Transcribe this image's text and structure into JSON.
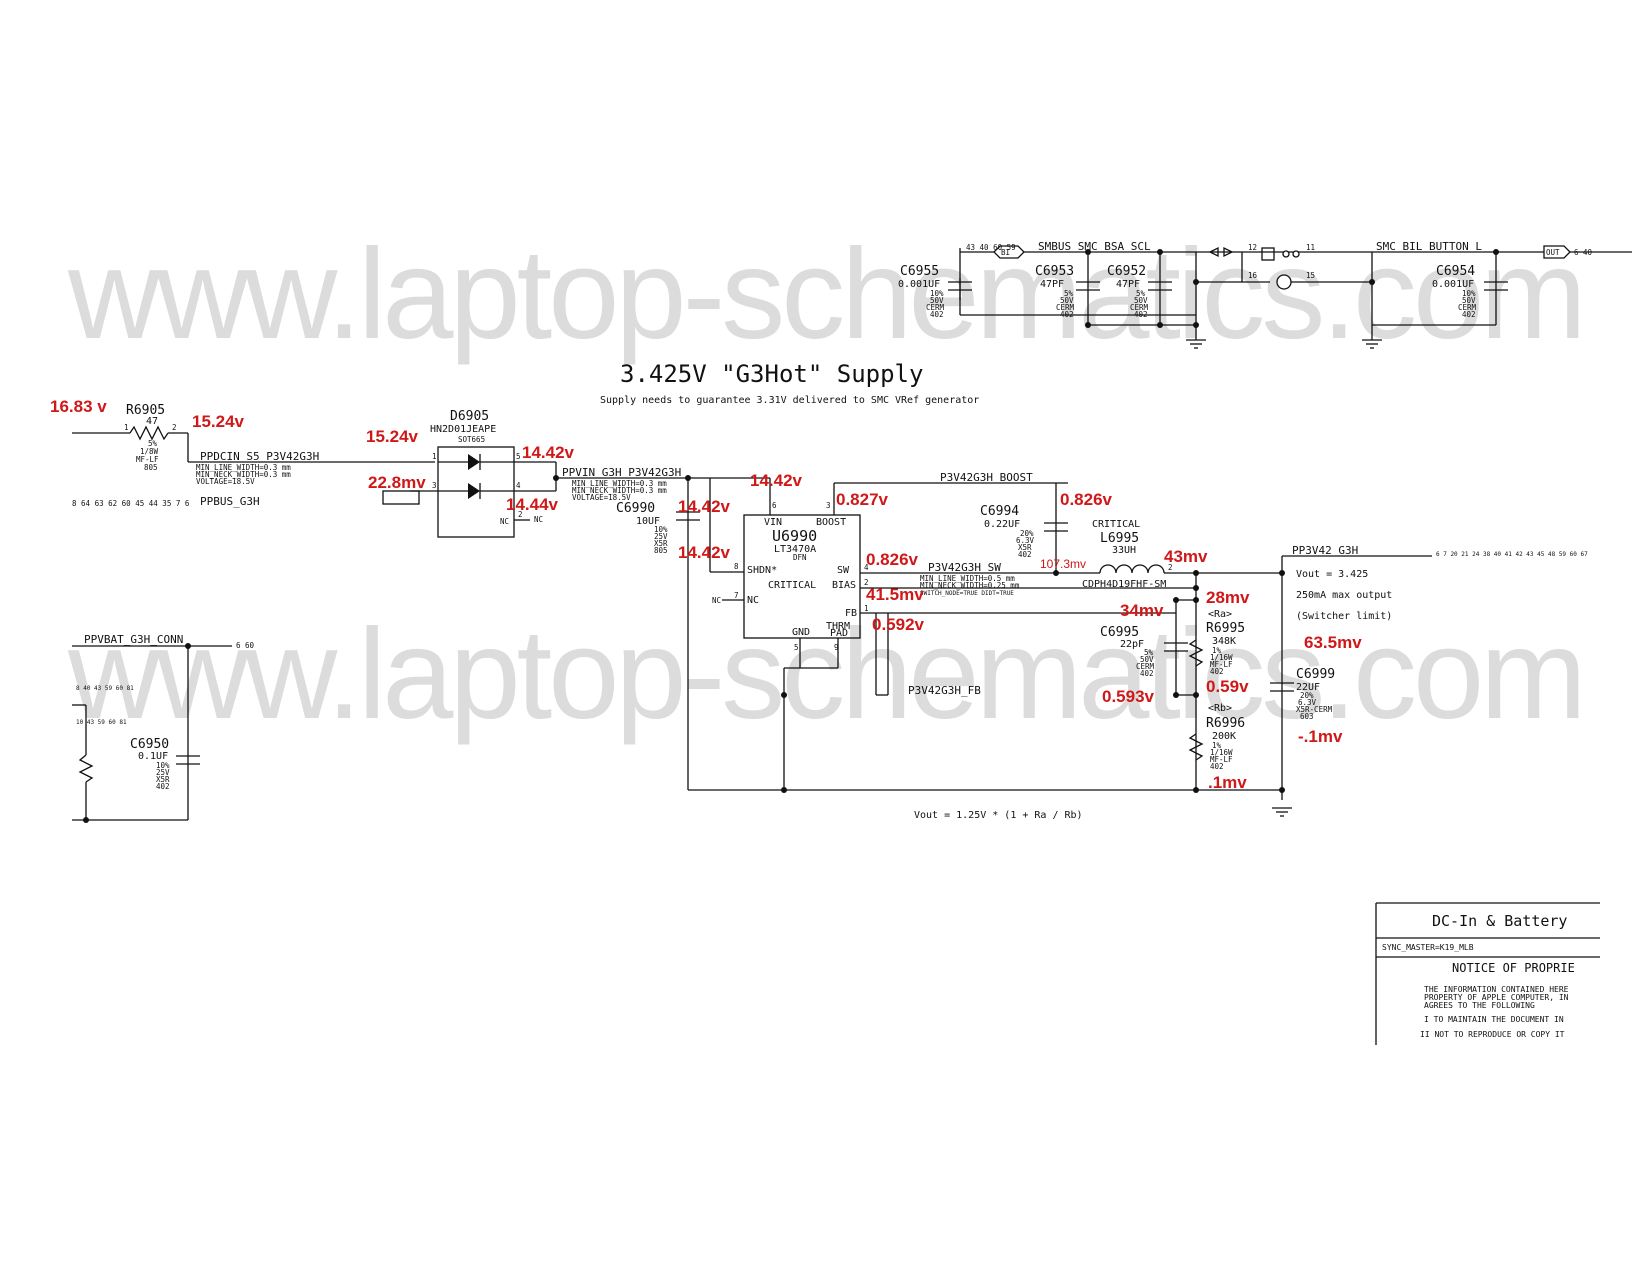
{
  "title": "3.425V \"G3Hot\" Supply",
  "subtitle": "Supply needs to guarantee 3.31V delivered to SMC VRef generator",
  "watermark": "www.laptop-schematics.com",
  "formula": "Vout = 1.25V * (1 + Ra / Rb)",
  "notes": {
    "vout": "Vout = 3.425",
    "max_output": "250mA max output",
    "limit": "(Switcher limit)"
  },
  "nets": {
    "ppdcin": "PPDCIN_S5_P3V42G3H",
    "ppbus": "PPBUS_G3H",
    "ppvin": "PPVIN_G3H_P3V42G3H",
    "boost": "P3V42G3H_BOOST",
    "sw": "P3V42G3H_SW",
    "fb": "P3V42G3H_FB",
    "pp3v42": "PP3V42_G3H",
    "ppvbat": "PPVBAT_G3H_CONN",
    "smbus": "SMBUS_SMC_BSA_SCL",
    "smc_bil": "SMC_BIL_BUTTON_L"
  },
  "net_props": {
    "min_line_03": "MIN_LINE_WIDTH=0.3 mm",
    "min_neck_03": "MIN_NECK_WIDTH=0.3 mm",
    "voltage": "VOLTAGE=18.5V",
    "min_line_05": "MIN_LINE_WIDTH=0.5 mm",
    "min_neck_025": "MIN_NECK_WIDTH=0.25 mm",
    "sw_extra": "SWITCH_NODE=TRUE DIDT=TRUE"
  },
  "page_refs": {
    "ppbus": "8 64 63 62 60 45 44 35 7 6",
    "pp3v42": "6 7 20 21 24 38 40 41 42 43 45 48 59 60 67",
    "ppvbat": "6 60",
    "smbus": "43 40 60 59",
    "bil_out": "6 40",
    "left_a": "8 40 43 59 60 81",
    "left_b": "10 43 59 60 81"
  },
  "ports": {
    "bi": "BI",
    "out": "OUT"
  },
  "components": {
    "r6905": {
      "ref": "R6905",
      "value": "47",
      "spec": [
        "5%",
        "1/8W",
        "MF-LF",
        "805"
      ]
    },
    "d6905": {
      "ref": "D6905",
      "value": "HN2D01JEAPE",
      "pkg": "SOT665",
      "nc": "NC"
    },
    "c6990": {
      "ref": "C6990",
      "value": "10UF",
      "spec": [
        "10%",
        "25V",
        "X5R",
        "805"
      ]
    },
    "u6990": {
      "ref": "U6990",
      "value": "LT3470A",
      "pkg": "DFN",
      "critical": "CRITICAL",
      "pins": {
        "vin": "VIN",
        "boost": "BOOST",
        "shdn": "SHDN*",
        "sw": "SW",
        "bias": "BIAS",
        "nc": "NC",
        "fb": "FB",
        "gnd": "GND",
        "thrm": "THRM",
        "pad": "PAD"
      }
    },
    "c6994": {
      "ref": "C6994",
      "value": "0.22UF",
      "spec": [
        "20%",
        "6.3V",
        "X5R",
        "402"
      ]
    },
    "l6995": {
      "ref": "L6995",
      "critical": "CRITICAL",
      "value": "33UH",
      "pkg": "CDPH4D19FHF-SM"
    },
    "c6995": {
      "ref": "C6995",
      "value": "22pF",
      "spec": [
        "5%",
        "50V",
        "CERM",
        "402"
      ]
    },
    "r6995": {
      "ref": "R6995",
      "tag": "<Ra>",
      "value": "348K",
      "spec": [
        "1%",
        "1/16W",
        "MF-LF",
        "402"
      ]
    },
    "r6996": {
      "ref": "R6996",
      "tag": "<Rb>",
      "value": "200K",
      "spec": [
        "1%",
        "1/16W",
        "MF-LF",
        "402"
      ]
    },
    "c6999": {
      "ref": "C6999",
      "value": "22UF",
      "spec": [
        "20%",
        "6.3V",
        "X5R-CERM",
        "603"
      ]
    },
    "c6950": {
      "ref": "C6950",
      "value": "0.1UF",
      "spec": [
        "10%",
        "25V",
        "X5R",
        "402"
      ]
    },
    "c6955": {
      "ref": "C6955",
      "value": "0.001UF",
      "spec": [
        "10%",
        "50V",
        "CERM",
        "402"
      ]
    },
    "c6953": {
      "ref": "C6953",
      "value": "47PF",
      "spec": [
        "5%",
        "50V",
        "CERM",
        "402"
      ]
    },
    "c6952": {
      "ref": "C6952",
      "value": "47PF",
      "spec": [
        "5%",
        "50V",
        "CERM",
        "402"
      ]
    },
    "c6954": {
      "ref": "C6954",
      "value": "0.001UF",
      "spec": [
        "10%",
        "50V",
        "CERM",
        "402"
      ]
    }
  },
  "measurements": {
    "m1": "16.83 v",
    "m2": "15.24v",
    "m3": "15.24v",
    "m4": "22.8mv",
    "m5": "14.42v",
    "m6": "14.44v",
    "m7": "14.42v",
    "m8": "14.42v",
    "m9": "14.42v",
    "m10": "0.827v",
    "m11": "0.826v",
    "m12": "0.826v",
    "m13": "41.5mv",
    "m14": "0.592v",
    "m15": "107.3mv",
    "m16": "43mv",
    "m17": "28mv",
    "m18": "34mv",
    "m19": "63.5mv",
    "m20": "0.59v",
    "m21": "0.593v",
    "m22": "-.1mv",
    "m23": ".1mv"
  },
  "titleblock": {
    "title": "DC-In & Battery",
    "sync": "SYNC_MASTER=K19_MLB",
    "notice": "NOTICE OF PROPRIE",
    "lines": [
      "THE INFORMATION CONTAINED HERE",
      "PROPERTY OF APPLE COMPUTER, IN",
      "AGREES TO THE FOLLOWING",
      "I TO MAINTAIN THE DOCUMENT IN",
      "II NOT TO REPRODUCE OR COPY IT"
    ]
  },
  "colors": {
    "ink": "#111111",
    "measure": "#d01818",
    "watermark": "#dcdcdc"
  }
}
